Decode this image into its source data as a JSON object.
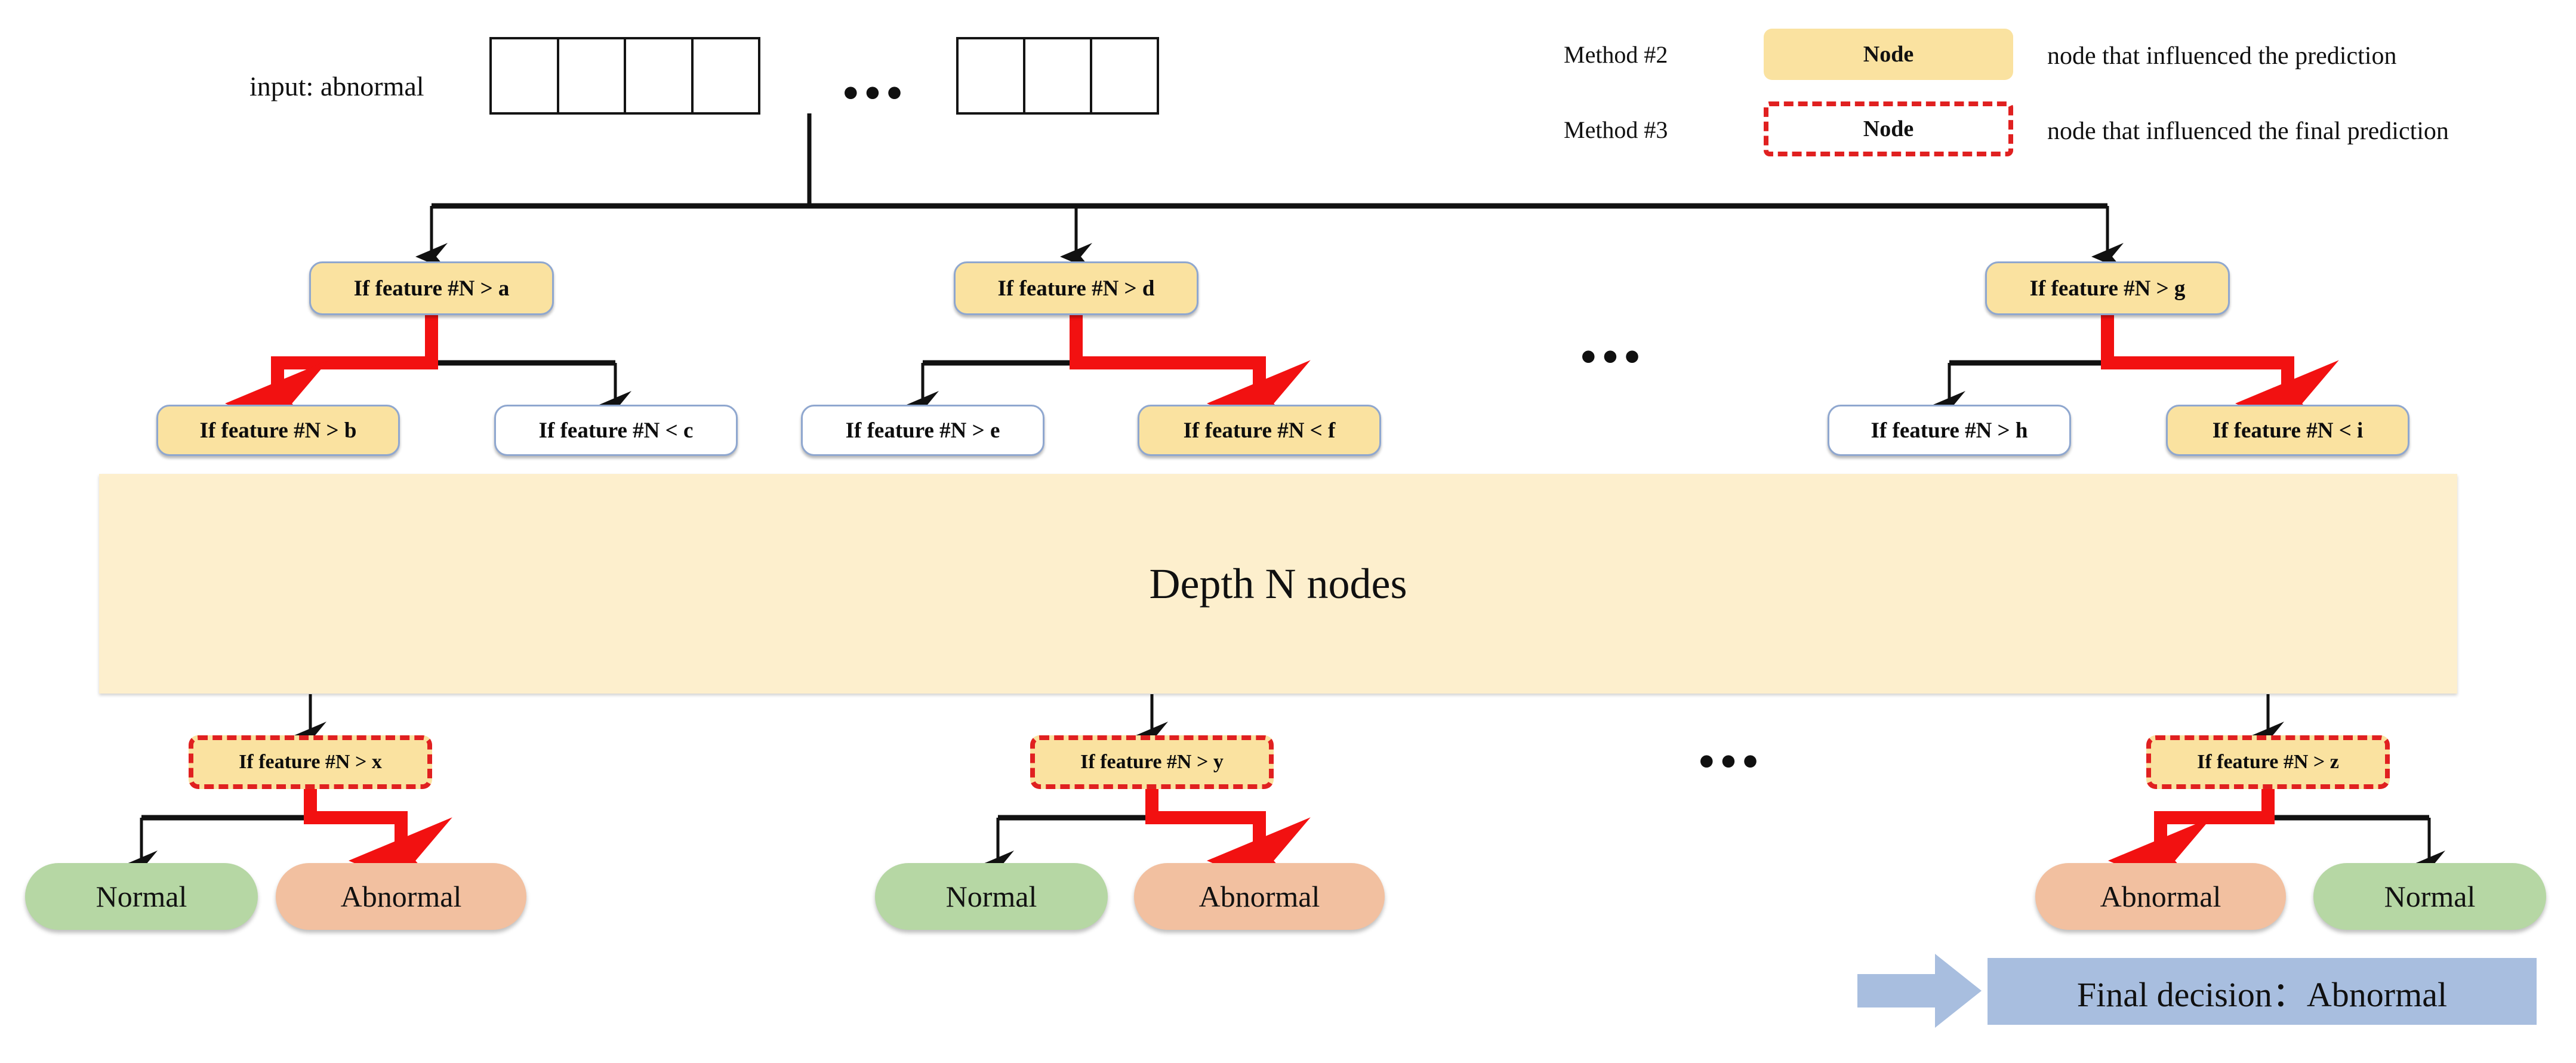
{
  "input": {
    "label": "input: abnormal",
    "first_box_cells": 4,
    "second_box_cells": 3,
    "ellipsis": "•••"
  },
  "legend": {
    "rows": [
      {
        "method": "Method #2",
        "swatch_label": "Node",
        "description": "node that influenced the prediction",
        "style": "solid-fill",
        "color": "#fae2a0"
      },
      {
        "method": "Method #3",
        "swatch_label": "Node",
        "description": "node that influenced the final prediction",
        "style": "dashed-outline",
        "color": "#e02020"
      }
    ]
  },
  "tree": {
    "level1": [
      {
        "id": "a",
        "label": "If feature #N > a",
        "highlighted": true
      },
      {
        "id": "d",
        "label": "If feature #N > d",
        "highlighted": true
      },
      {
        "id": "g",
        "label": "If feature #N > g",
        "highlighted": true
      }
    ],
    "level2": [
      {
        "id": "b",
        "label": "If feature #N > b",
        "highlighted": true
      },
      {
        "id": "c",
        "label": "If feature #N < c",
        "highlighted": false
      },
      {
        "id": "e",
        "label": "If feature #N > e",
        "highlighted": false
      },
      {
        "id": "f",
        "label": "If feature #N < f",
        "highlighted": true
      },
      {
        "id": "h",
        "label": "If feature #N > h",
        "highlighted": false
      },
      {
        "id": "i",
        "label": "If feature #N < i",
        "highlighted": true
      }
    ],
    "level1_ellipsis": "•••",
    "depth_banner": "Depth N nodes",
    "final_level": [
      {
        "id": "x",
        "label": "If feature #N > x"
      },
      {
        "id": "y",
        "label": "If feature #N > y"
      },
      {
        "id": "z",
        "label": "If feature #N > z"
      }
    ],
    "final_level_ellipsis": "•••",
    "leaves": [
      {
        "label": "Normal",
        "kind": "normal",
        "selected": false
      },
      {
        "label": "Abnormal",
        "kind": "abnormal",
        "selected": true
      },
      {
        "label": "Normal",
        "kind": "normal",
        "selected": false
      },
      {
        "label": "Abnormal",
        "kind": "abnormal",
        "selected": true
      },
      {
        "label": "Abnormal",
        "kind": "abnormal",
        "selected": true
      },
      {
        "label": "Normal",
        "kind": "normal",
        "selected": false
      }
    ]
  },
  "final_decision": {
    "text": "Final decision：Abnormal",
    "bar_color": "#a8bedf",
    "arrow_color": "#a8bedf"
  },
  "colors": {
    "highlight_node": "#fae2a0",
    "node_border": "#8fa7cf",
    "final_path": "#e02020",
    "normal_leaf": "#b6d7a4",
    "abnormal_leaf": "#f2c0a0",
    "depth_banner": "#fdefcd"
  }
}
